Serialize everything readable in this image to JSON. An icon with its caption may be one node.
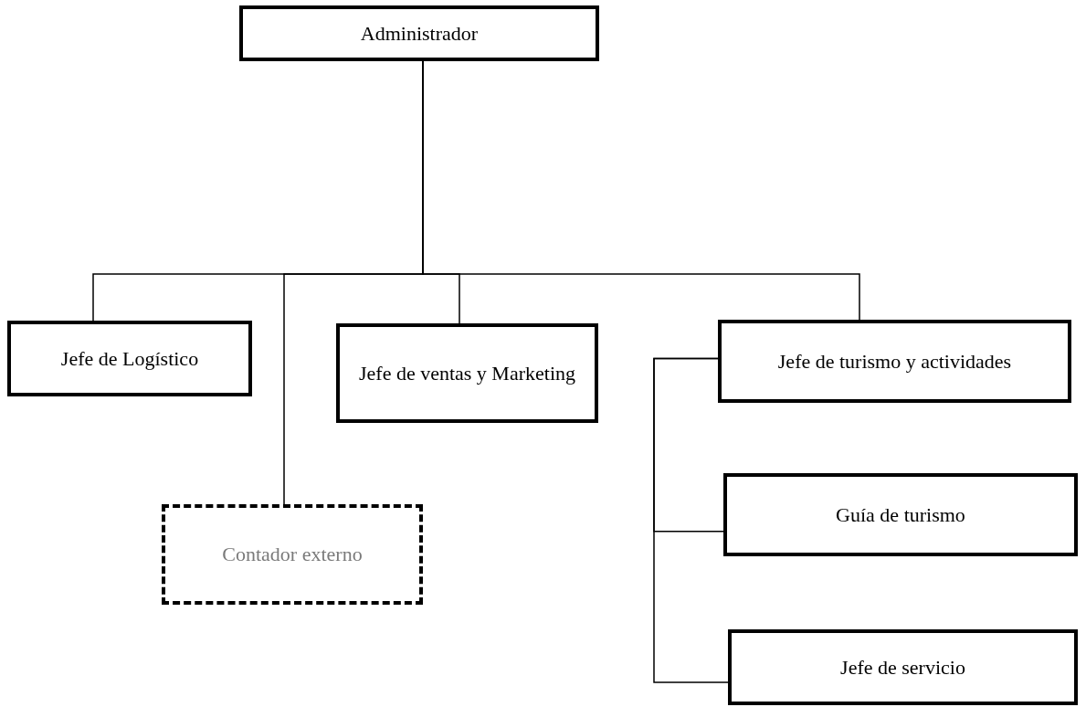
{
  "diagram": {
    "nodes": [
      {
        "text": [
          "Administrador"
        ]
      },
      {
        "text": [
          "Jefe de Logístico"
        ]
      },
      {
        "text": [
          "Contador externo"
        ]
      },
      {
        "text": [
          "Jefe de ventas y Marketing"
        ]
      },
      {
        "text": [
          "Jefe de turismo y actividades"
        ]
      },
      {
        "text": [
          "Guía de turismo"
        ]
      },
      {
        "text": [
          "Jefe de servicio"
        ]
      }
    ],
    "edges": [
      {
        "from": 0,
        "to": 1,
        "arrow": "none"
      },
      {
        "from": 0,
        "to": 2,
        "arrow": "none"
      },
      {
        "from": 0,
        "to": 3,
        "arrow": "none"
      },
      {
        "from": 0,
        "to": 4,
        "arrow": "none"
      },
      {
        "from": 4,
        "to": 5,
        "arrow": "none"
      },
      {
        "from": 4,
        "to": 6,
        "arrow": "none"
      }
    ]
  }
}
